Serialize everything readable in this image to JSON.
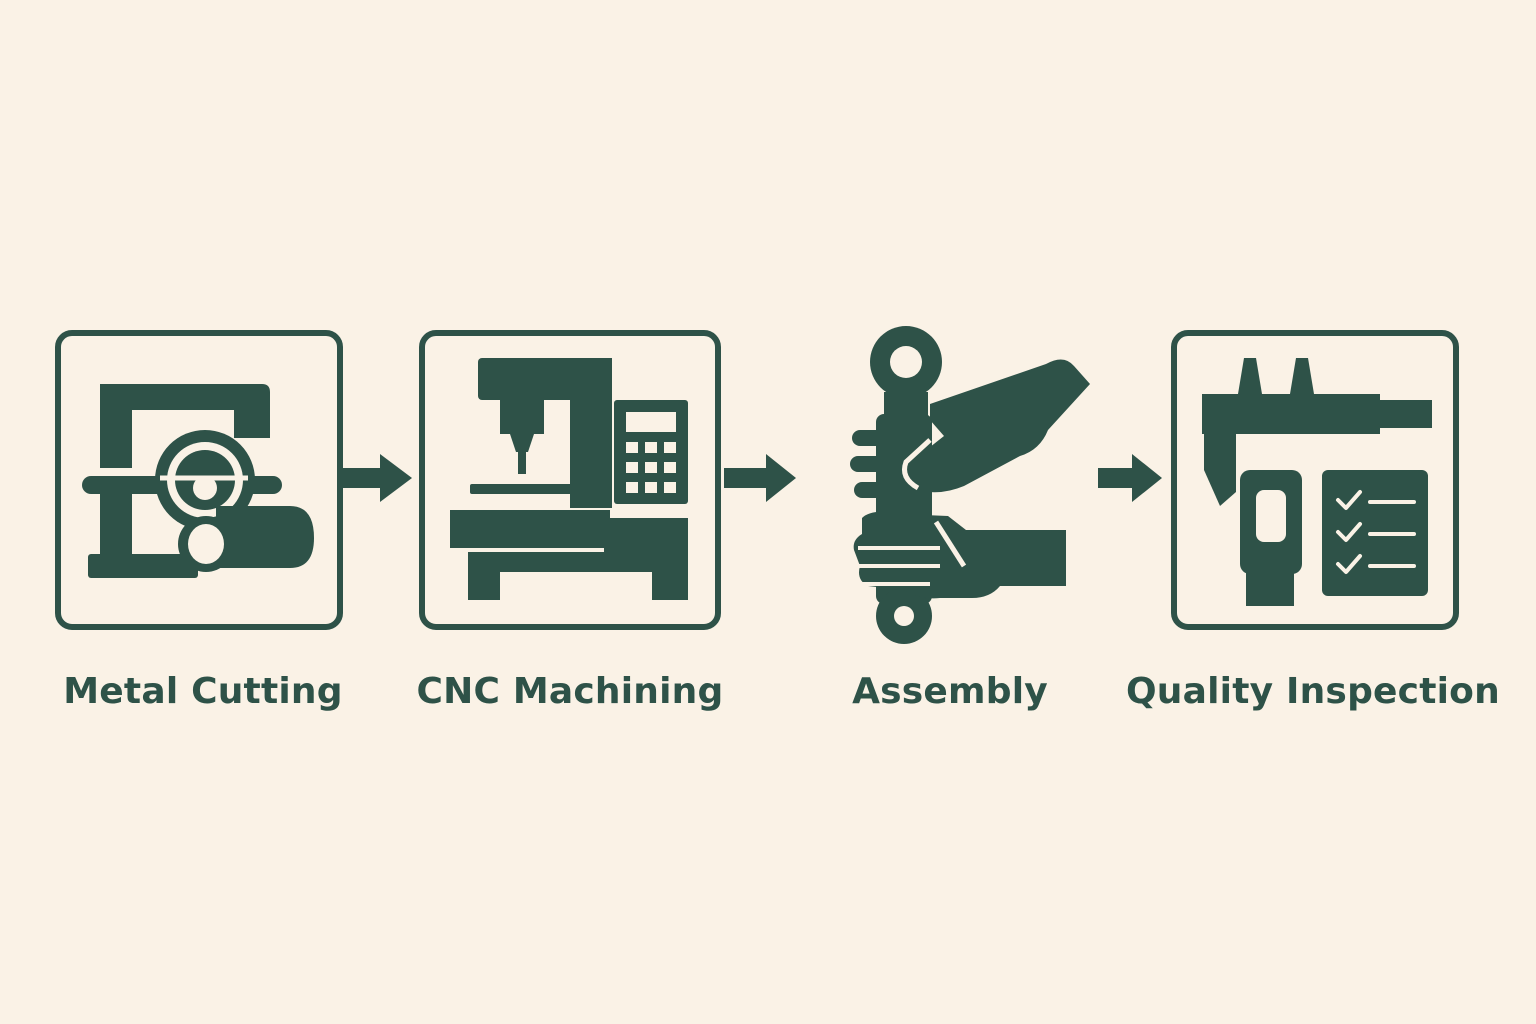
{
  "colors": {
    "background": "#FAF2E6",
    "ink": "#2E5248"
  },
  "steps": [
    {
      "label": "Metal Cutting",
      "icon": "circular-saw-cutting-icon"
    },
    {
      "label": "CNC Machining",
      "icon": "cnc-machine-icon"
    },
    {
      "label": "Assembly",
      "icon": "hands-assembling-part-icon"
    },
    {
      "label": "Quality Inspection",
      "icon": "caliper-checklist-icon"
    }
  ],
  "arrows": [
    "arrow-right-icon",
    "arrow-right-icon",
    "arrow-right-icon"
  ]
}
